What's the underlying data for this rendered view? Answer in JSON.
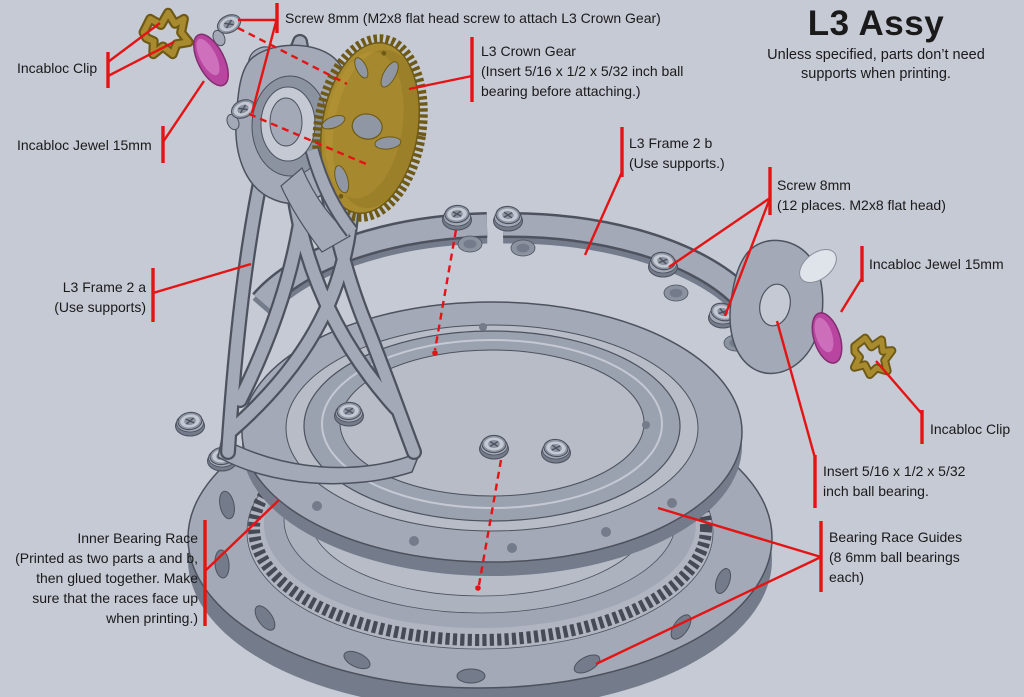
{
  "header": {
    "title": "L3 Assy",
    "note": "Unless specified, parts don’t need\nsupports when printing."
  },
  "callouts": {
    "screw_top": "Screw 8mm (M2x8 flat head screw to attach L3 Crown Gear)",
    "incabloc_clip_left": "Incabloc Clip",
    "incabloc_jewel_left": "Incabloc Jewel 15mm",
    "crown_gear": "L3 Crown Gear\n(Insert 5/16 x 1/2 x 5/32 inch ball\nbearing before attaching.)",
    "frame_2b": "L3 Frame 2 b\n(Use supports.)",
    "screw_12": "Screw 8mm\n(12 places. M2x8 flat head)",
    "incabloc_jewel_right": "Incabloc Jewel 15mm",
    "incabloc_clip_right": "Incabloc Clip",
    "frame_2a": "L3 Frame 2 a\n(Use supports)",
    "insert_bearing": "Insert 5/16 x 1/2 x 5/32\ninch ball bearing.",
    "bearing_race_guides": "Bearing Race Guides\n(8 6mm ball bearings\neach)",
    "inner_bearing_race": "Inner Bearing Race\n(Printed as two parts a and b,\nthen glued together. Make\nsure that the races face up\nwhen printing.)"
  },
  "colors": {
    "bg": "#c6cad5",
    "red": "#e51414",
    "text": "#1a1a1a",
    "metal_light": "#c4c9d3",
    "metal_mid": "#a3a9b6",
    "metal_dark": "#8b92a0",
    "metal_depth": "#747b8a",
    "outline": "#4d525e",
    "inner_fill": "#b7bcc7",
    "gold": "#a98b2f",
    "gold_dark": "#6e5a16",
    "gold_light": "#c2a23e",
    "jewel": "#b8459f",
    "jewel_dark": "#832e70",
    "jewel_light": "#d178bf",
    "shine": "#dfe3ea"
  }
}
